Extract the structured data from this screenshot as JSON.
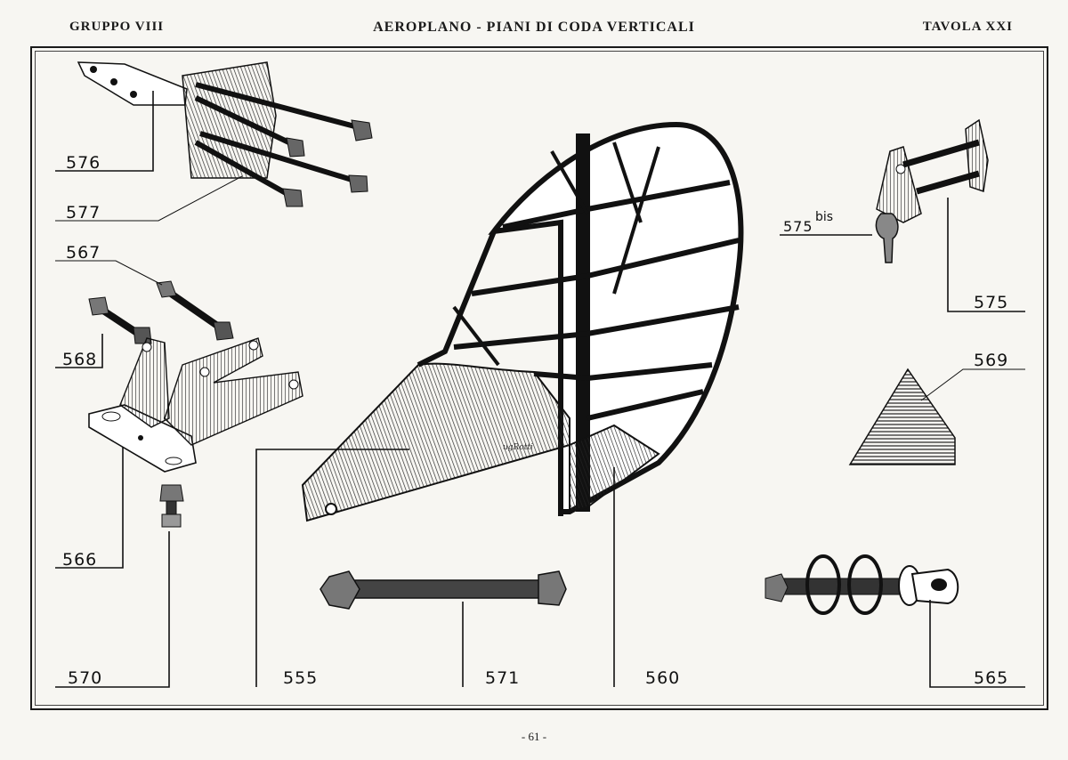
{
  "header": {
    "left": "GRUPPO VIII",
    "center": "AEROPLANO - PIANI DI CODA VERTICALI",
    "right": "TAVOLA XXI"
  },
  "page_number": "- 61 -",
  "signature": "ugRotti",
  "part_labels": {
    "p576": "576",
    "p577": "577",
    "p567": "567",
    "p568": "568",
    "p566": "566",
    "p570": "570",
    "p555": "555",
    "p571": "571",
    "p560": "560",
    "p565": "565",
    "p575bis": "575",
    "p575bis_sup": "bis",
    "p575": "575",
    "p569": "569"
  }
}
